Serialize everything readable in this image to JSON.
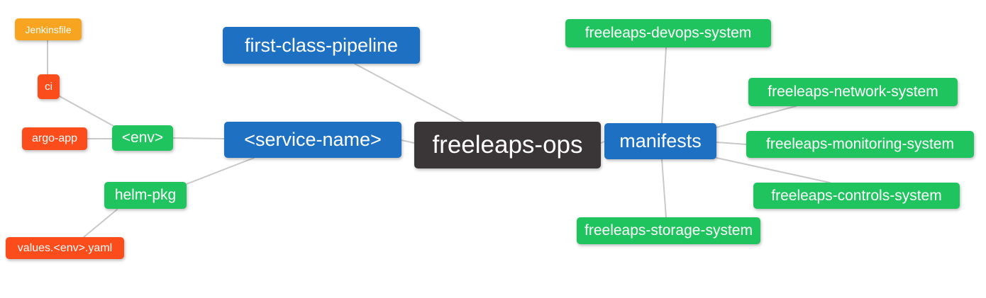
{
  "diagram": {
    "nodes": {
      "jenkinsfile": {
        "label": "Jenkinsfile",
        "color": "#f7a521"
      },
      "ci": {
        "label": "ci",
        "color": "#fb4d1c"
      },
      "argo_app": {
        "label": "argo-app",
        "color": "#fb4d1c"
      },
      "env": {
        "label": "<env>",
        "color": "#20c45e"
      },
      "helm_pkg": {
        "label": "helm-pkg",
        "color": "#20c45e"
      },
      "values_env_yaml": {
        "label": "values.<env>.yaml",
        "color": "#fb4d1c"
      },
      "first_class_pipeline": {
        "label": "first-class-pipeline",
        "color": "#1d70c2"
      },
      "service_name": {
        "label": "<service-name>",
        "color": "#1d70c2"
      },
      "freeleaps_ops": {
        "label": "freeleaps-ops",
        "color": "#3a3536"
      },
      "manifests": {
        "label": "manifests",
        "color": "#1d70c2"
      },
      "devops_system": {
        "label": "freeleaps-devops-system",
        "color": "#20c45e"
      },
      "network_system": {
        "label": "freeleaps-network-system",
        "color": "#20c45e"
      },
      "monitoring_system": {
        "label": "freeleaps-monitoring-system",
        "color": "#20c45e"
      },
      "controls_system": {
        "label": "freeleaps-controls-system",
        "color": "#20c45e"
      },
      "storage_system": {
        "label": "freeleaps-storage-system",
        "color": "#20c45e"
      }
    },
    "edges": [
      {
        "from": "jenkinsfile",
        "to": "ci"
      },
      {
        "from": "ci",
        "to": "env"
      },
      {
        "from": "argo_app",
        "to": "env"
      },
      {
        "from": "env",
        "to": "service_name"
      },
      {
        "from": "helm_pkg",
        "to": "service_name"
      },
      {
        "from": "values_env_yaml",
        "to": "helm_pkg"
      },
      {
        "from": "first_class_pipeline",
        "to": "freeleaps_ops"
      },
      {
        "from": "service_name",
        "to": "freeleaps_ops"
      },
      {
        "from": "freeleaps_ops",
        "to": "manifests"
      },
      {
        "from": "manifests",
        "to": "devops_system"
      },
      {
        "from": "manifests",
        "to": "network_system"
      },
      {
        "from": "manifests",
        "to": "monitoring_system"
      },
      {
        "from": "manifests",
        "to": "controls_system"
      },
      {
        "from": "manifests",
        "to": "storage_system"
      }
    ],
    "edge_color": "#c9c9c9",
    "background_color": "#ffffff"
  }
}
